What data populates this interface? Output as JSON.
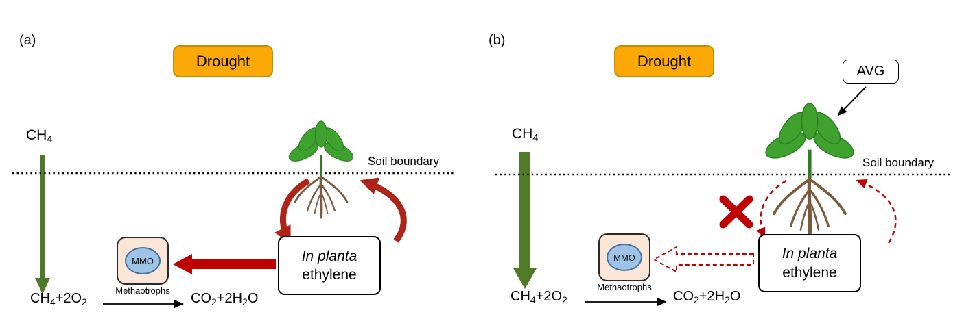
{
  "panel_a": {
    "label": "(a)",
    "drought_label": "Drought",
    "ch4": {
      "base": "CH",
      "sub": "4"
    },
    "soil_boundary_label": "Soil boundary",
    "mmo_label": "MMO",
    "methanotrophs_label": "Methaotrophs",
    "reaction": {
      "left": {
        "p1": "CH",
        "s1": "4",
        "p2": "+2O",
        "s2": "2"
      },
      "right": {
        "p1": "CO",
        "s1": "2",
        "p2": "+2H",
        "s2": "2",
        "p3": "O"
      }
    },
    "ethylene_box": {
      "line1": "In planta",
      "line2": "ethylene"
    }
  },
  "panel_b": {
    "label": "(b)",
    "drought_label": "Drought",
    "avg_label": "AVG",
    "ch4": {
      "base": "CH",
      "sub": "4"
    },
    "soil_boundary_label": "Soil boundary",
    "mmo_label": "MMO",
    "methanotrophs_label": "Methaotrophs",
    "reaction": {
      "left": {
        "p1": "CH",
        "s1": "4",
        "p2": "+2O",
        "s2": "2"
      },
      "right": {
        "p1": "CO",
        "s1": "2",
        "p2": "+2H",
        "s2": "2",
        "p3": "O"
      }
    },
    "ethylene_box": {
      "line1": "In planta",
      "line2": "ethylene"
    }
  },
  "colors": {
    "drought_fill": "#FCA908",
    "drought_border": "#BF8F00",
    "methane_arrow_green": "#4F7A28",
    "ethylene_arrow_red": "#C00000",
    "curved_arrow_red": "#B02418",
    "mmo_box_fill": "#FBE5D6",
    "mmo_ellipse_fill": "#9DC3E6",
    "leaf_green": "#3FA12E",
    "root_brown": "#7D5A3C"
  },
  "icons": {
    "blocked": "x-cross",
    "soil_boundary": "dotted-line",
    "plant": "seedling-with-roots"
  }
}
